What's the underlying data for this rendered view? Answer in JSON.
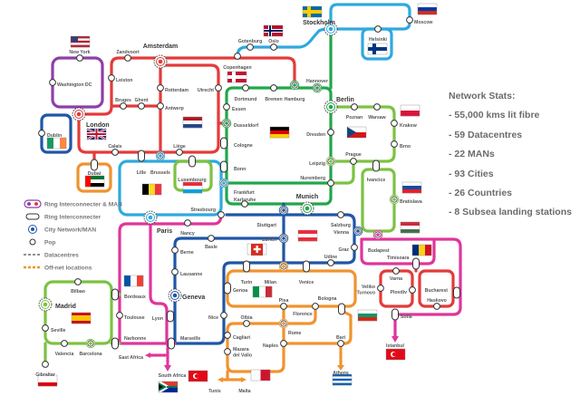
{
  "stats": {
    "title": "Network Stats:",
    "items": [
      "- 55,000 kms lit fibre",
      "- 59 Datacentres",
      "- 22 MANs",
      "- 93 Cities",
      "- 26 Countries",
      "- 8 Subsea landing stations"
    ]
  },
  "legend": [
    {
      "label": "Ring Interconnecter & MAN",
      "icon": "ring-interconnect-man-icon"
    },
    {
      "label": "Ring Interconnecter",
      "icon": "ring-interconnect-icon"
    },
    {
      "label": "City Network/MAN",
      "icon": "city-network-icon"
    },
    {
      "label": "Pop",
      "icon": "pop-icon"
    },
    {
      "label": "Datacentres",
      "icon": "datacentre-dash-icon"
    },
    {
      "label": "Off-net locations",
      "icon": "offnet-dotted-icon"
    }
  ],
  "colors": {
    "red": "#e43a3a",
    "purple": "#8e3fa8",
    "darkblue": "#1f56a6",
    "cyan": "#2ea9df",
    "green": "#22a64a",
    "lightgreen": "#7cc242",
    "magenta": "#e0359a",
    "orange": "#f0932e"
  },
  "stations": [
    "New York",
    "Washington DC",
    "Zandvoort",
    "Amsterdam",
    "Leiston",
    "Rotterdam",
    "Utrecht",
    "Bruges",
    "Ghent",
    "Antwerp",
    "London",
    "Dublin",
    "Dubai",
    "Calais",
    "Lille",
    "Brussels",
    "Liège",
    "Luxembourg",
    "Copenhagen",
    "Gotenburg",
    "Oslo",
    "Stockholm",
    "Moscow",
    "Helsinki",
    "Dortmund",
    "Bremen",
    "Hamburg",
    "Hannover",
    "Essen",
    "Dusseldorf",
    "Cologne",
    "Bonn",
    "Frankfurt",
    "Karlsruhe",
    "Berlin",
    "Dresden",
    "Leipzig",
    "Nuremberg",
    "Munich",
    "Poznan",
    "Warsaw",
    "Krakow",
    "Brno",
    "Prague",
    "Ivancice",
    "Bratislava",
    "Strasbourg",
    "Paris",
    "Nancy",
    "Stuttgart",
    "Salzburg",
    "Vienna",
    "Zurich",
    "Basle",
    "Berne",
    "Lausanne",
    "Geneva",
    "Graz",
    "Udine",
    "Budapest",
    "Timisoara",
    "Turin",
    "Milan",
    "Venice",
    "Genoa",
    "Pisa",
    "Bologna",
    "Florence",
    "Olbia",
    "Cagliari",
    "Mazara del Vallo",
    "Rome",
    "Naples",
    "Bari",
    "Nice",
    "Marseille",
    "Lyon",
    "Bilbao",
    "Madrid",
    "Seville",
    "Valencia",
    "Barcelona",
    "Gibraltar",
    "Bordeaux",
    "Toulouse",
    "Narbonne",
    "Varna",
    "Plovdiv",
    "Veliko Turnovo",
    "Bucharest",
    "Haskovo",
    "Sofia",
    "Istanbul",
    "Athens",
    "East Africa",
    "South Africa",
    "Tunis",
    "Malta"
  ]
}
